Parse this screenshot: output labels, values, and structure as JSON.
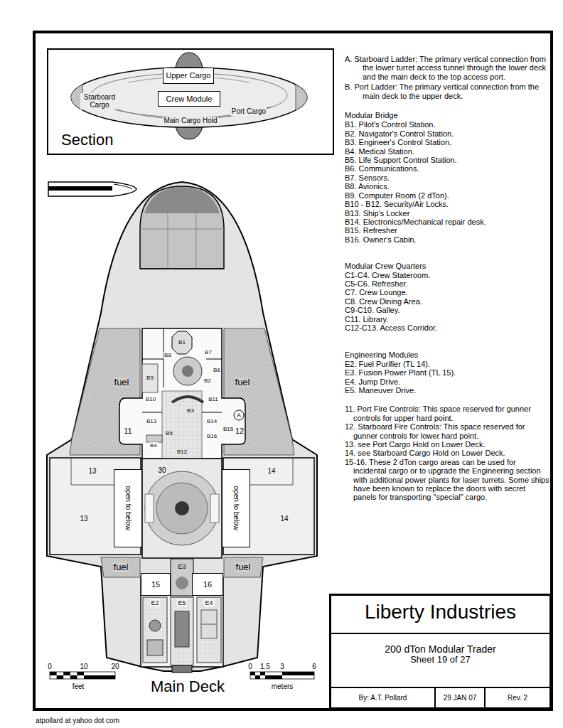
{
  "diagram": {
    "nodes": [
      {
        "text": [
          "Section"
        ]
      },
      {
        "text": [
          "Upper Cargo"
        ],
        "in": 0
      },
      {
        "text": [
          "Crew Module"
        ],
        "in": 0
      },
      {
        "text": [
          "Liberty Industries"
        ]
      },
      {
        "text": [
          "200 dTon Modular Trader",
          "Sheet 19 of 27"
        ],
        "in": 3
      },
      {
        "text": [
          "By: A.T. Pollard"
        ],
        "in": 3
      },
      {
        "text": [
          "29 JAN 07"
        ],
        "in": 3
      },
      {
        "text": [
          "Rev. 2"
        ],
        "in": 3
      },
      {
        "text": [
          "15"
        ]
      },
      {
        "text": [
          "16"
        ]
      },
      {
        "text": [
          "open to below"
        ]
      },
      {
        "text": [
          "open to below"
        ]
      }
    ],
    "labels": [
      "A. Starboard Ladder: The primary vertical connection from the lower turret access tunnel through the lower deck and the main deck to the top access port.",
      "B. Port Ladder: The primary vertical connection from the main deck to the upper deck.",
      "Modular Bridge",
      "B1. Pilot's Control Station.",
      "B2. Navigator's Control Station.",
      "B3. Engineer's Control Station.",
      "B4. Medical Station.",
      "B5. Life Support Control Station.",
      "B6. Communications.",
      "B7. Sensors.",
      "B8. Avionics.",
      "B9. Computer Room (2 dTon).",
      "B10 - B12. Security/Air Locks.",
      "B13. Ship's Locker",
      "B14. Electronics/Mechanical repair desk.",
      "B15. Refresher",
      "B16. Owner's Cabin.",
      "Modular Crew Quarters",
      "C1-C4. Crew Stateroom.",
      "C5-C6. Refresher.",
      "C7. Crew Lounge.",
      "C8. Crew Dining Area.",
      "C9-C10. Galley.",
      "C11. Library.",
      "C12-C13. Access Corridor.",
      "Engineering Modules",
      "E2. Fuel Purifier (TL 14).",
      "E3. Fusion Power Plant (TL 15).",
      "E4. Jump Drive.",
      "E5. Maneuver Drive.",
      "11. Port Fire Controls: This space reserved for gunner controls for upper hard point.",
      "12. Starboard Fire Controls: This space reserved for gunner controls for lower hard point.",
      "13. see Port Cargo Hold on Lower Deck.",
      "14. see Starboard Cargo Hold on Lower Deck.",
      "15-16. These 2 dTon cargo areas can be used for incidental cargo or to upgrade the Engineering section with additional power plants for laser turrets. Some ships have been known to replace the doors with secret panels for transporting \"special\" cargo.",
      "Starboard Cargo",
      "Port Cargo",
      "Main Cargo Hold",
      "fuel",
      "fuel",
      "B1",
      "B8",
      "B7",
      "B6",
      "B2",
      "B9",
      "B10",
      "B11",
      "A",
      "B3",
      "B13",
      "B14",
      "B5",
      "B15",
      "B16",
      "B4",
      "B12",
      "11",
      "12",
      "13",
      "30",
      "14",
      "13",
      "14",
      "fuel",
      "fuel",
      "E3",
      "E2",
      "E5",
      "E4",
      "0",
      "10",
      "20",
      "feet",
      "0",
      "1.5",
      "3",
      "6",
      "meters",
      "Main Deck",
      "atpollard at yahoo dot com"
    ]
  }
}
